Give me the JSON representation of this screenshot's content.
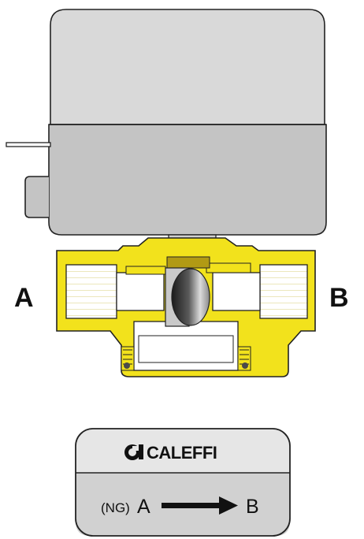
{
  "labels": {
    "port_a": "A",
    "port_b": "B"
  },
  "plate": {
    "brand": "CALEFFI",
    "gas_code": "(NG)",
    "flow_from": "A",
    "flow_to": "B"
  },
  "icons": {
    "brand_logo": "caleffi-logo-icon",
    "flow_arrow": "arrow-right-icon"
  },
  "colors": {
    "actuator_gray": "#d7d7d7",
    "actuator_lower": "#c2c2c2",
    "brass_yellow": "#f2e21c",
    "brass_dark": "#b19a14",
    "plate_top": "#e6e6e6",
    "plate_bottom": "#d1d1d1",
    "outline": "#222222"
  }
}
